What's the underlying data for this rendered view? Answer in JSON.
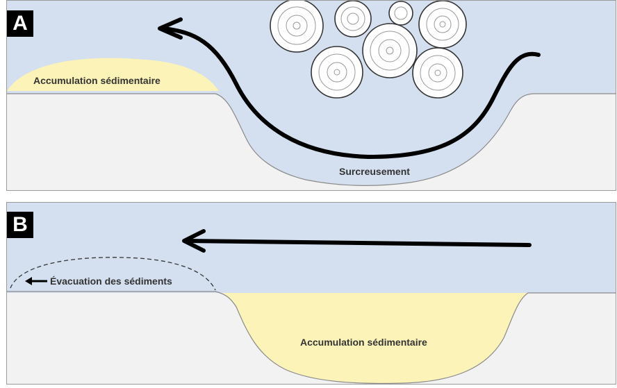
{
  "panels": {
    "a": {
      "letter": "A",
      "accumulation_label": "Accumulation sédimentaire",
      "overdeepening_label": "Surcreusement"
    },
    "b": {
      "letter": "B",
      "evacuation_label": "Évacuation des sédiments",
      "accumulation_label": "Accumulation sédimentaire"
    }
  },
  "colors": {
    "water": "#d4dff0",
    "sediment": "#fbf3b8",
    "ground": "#f2f2f2",
    "outline": "#8a8a8a",
    "arrow": "#000000"
  },
  "icons": {
    "boulders": "tree-log-cross-section-icon",
    "flow": "flow-arrow-icon"
  }
}
